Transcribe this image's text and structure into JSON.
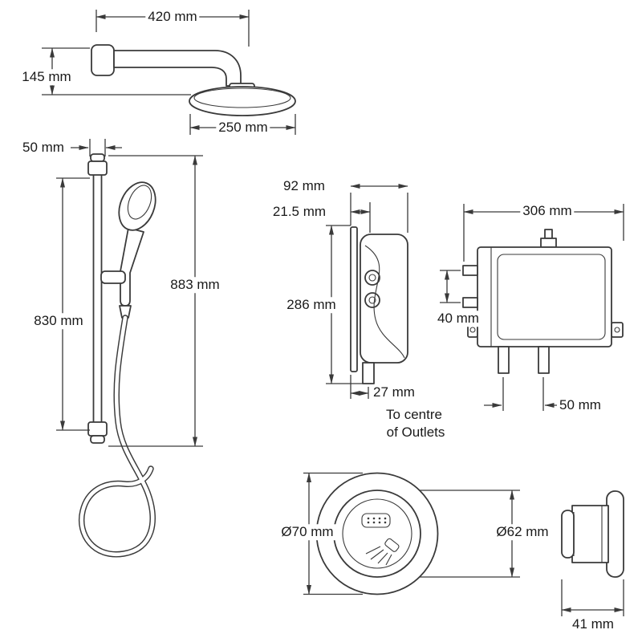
{
  "drawing": {
    "overhead_shower": {
      "arm_length": "420 mm",
      "arm_drop": "145 mm",
      "head_diameter": "250 mm"
    },
    "slide_rail": {
      "bracket_offset": "50 mm",
      "rail_length": "830 mm",
      "overall_height": "883 mm"
    },
    "control_unit": {
      "width": "92 mm",
      "depth_offset": "21.5 mm",
      "height": "286 mm",
      "outlet_offset": "27 mm",
      "outlet_note_1": "To centre",
      "outlet_note_2": "of Outlets"
    },
    "mixer_valve": {
      "width": "306 mm",
      "inlet_spacing": "40 mm",
      "outlet_spacing": "50 mm"
    },
    "remote_dial": {
      "outer_diameter": "Ø70 mm",
      "inner_diameter": "Ø62 mm",
      "depth": "41 mm"
    }
  },
  "colors": {
    "line": "#3a3a3a",
    "text": "#1a1a1a",
    "background": "#ffffff"
  }
}
